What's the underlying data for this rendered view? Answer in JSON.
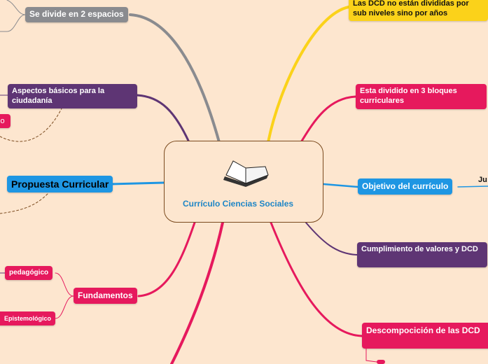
{
  "central_topic": {
    "title": "Currículo Ciencias Sociales",
    "icon": "open-book-icon"
  },
  "left_nodes": {
    "se_divide": "Se divide en 2 espacios",
    "aspectos": "Aspectos básicos para la ciudadanía",
    "jo": "jo",
    "propuesta": "Propuesta Curricular",
    "fundamentos": "Fundamentos",
    "pedagogico": "pedagógico",
    "epistemologico": "Epistemológico"
  },
  "right_nodes": {
    "las_dcd": "Las DCD no están divididas por sub niveles sino por años",
    "bloques": "Esta dividido en 3 bloques curriculares",
    "objetivo": "Objetivo del currículo",
    "ju": "Ju",
    "cumplimiento": "Cumplimiento de valores y DCD",
    "descomposicion": "Descompocición de las DCD"
  },
  "colors": {
    "gray": "#8a8b8f",
    "purple": "#5e3574",
    "blue": "#1e96e3",
    "pink": "#e6195d",
    "yellow": "#fbd21a",
    "background": "#fde6cf"
  }
}
